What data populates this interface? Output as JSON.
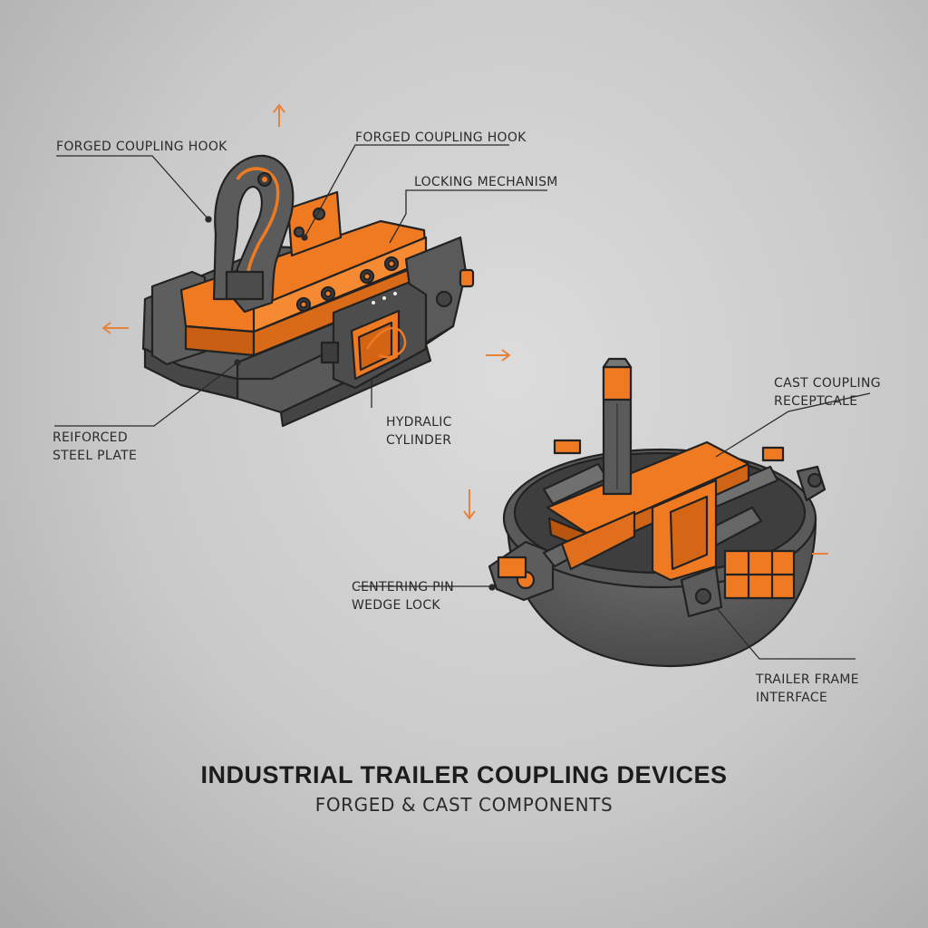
{
  "title": "INDUSTRIAL TRAILER COUPLING DEVICES",
  "subtitle": "FORGED & CAST COMPONENTS",
  "colors": {
    "accent": "#f07a22",
    "metal": "#555555",
    "outline": "#222222",
    "background": "#cdcdcd"
  },
  "labels": {
    "forged_hook_left": "FORGED COUPLING HOOK",
    "forged_hook_top": "FORGED COUPLING HOOK",
    "locking_mechanism": "LOCKING MECHANISM",
    "reinforced_plate_1": "REIFORCED",
    "reinforced_plate_2": "STEEL PLATE",
    "hydraulic_cylinder_1": "HYDRALIC",
    "hydraulic_cylinder_2": "CYLINDER",
    "cast_receptacle_1": "CAST COUPLING",
    "cast_receptacle_2": "RECEPTCALE",
    "centering_pin_1": "CENTERING PIN",
    "centering_pin_2": "WEDGE LOCK",
    "trailer_frame_1": "TRAILER FRAME",
    "trailer_frame_2": "INTERFACE"
  }
}
